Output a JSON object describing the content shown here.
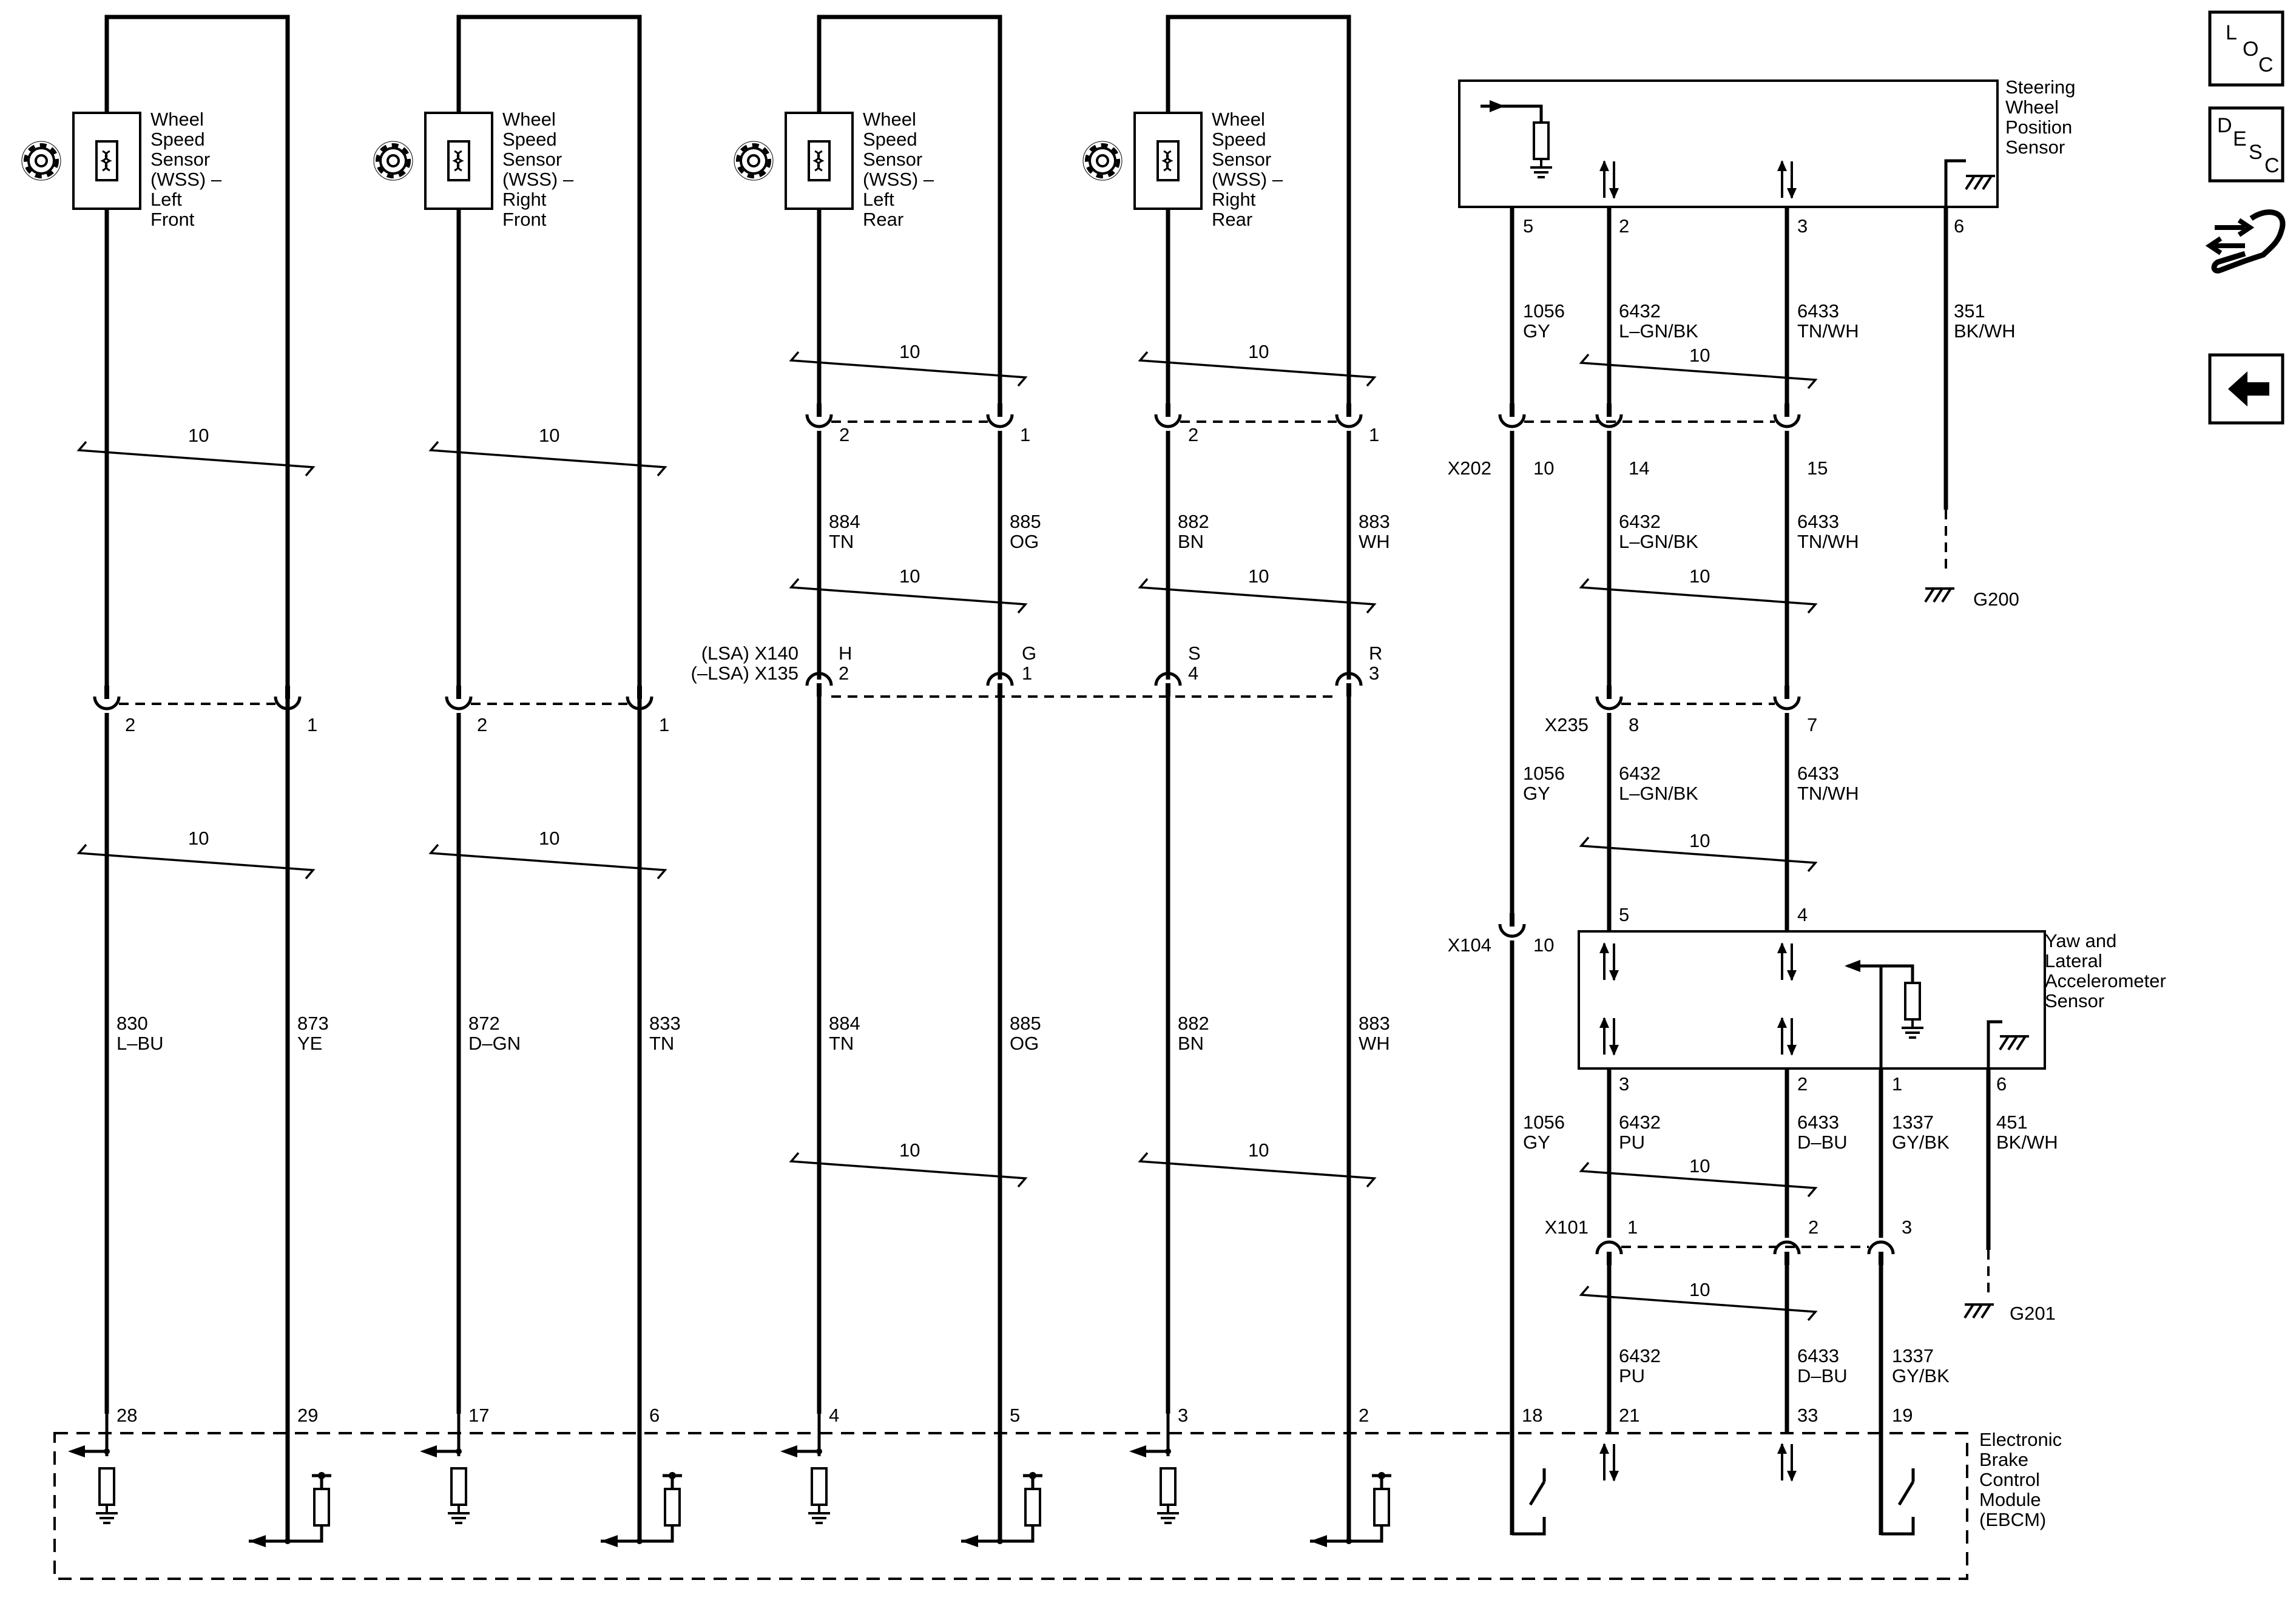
{
  "sensors": {
    "lf": [
      "Wheel",
      "Speed",
      "Sensor",
      "(WSS) –",
      "Left",
      "Front"
    ],
    "rf": [
      "Wheel",
      "Speed",
      "Sensor",
      "(WSS) –",
      "Right",
      "Front"
    ],
    "lr": [
      "Wheel",
      "Speed",
      "Sensor",
      "(WSS) –",
      "Left",
      "Rear"
    ],
    "rr": [
      "Wheel",
      "Speed",
      "Sensor",
      "(WSS) –",
      "Right",
      "Rear"
    ]
  },
  "swps": {
    "name": [
      "Steering",
      "Wheel",
      "Position",
      "Sensor"
    ],
    "pins": [
      "5",
      "2",
      "3",
      "6"
    ]
  },
  "yaw": {
    "name": [
      "Yaw and",
      "Lateral",
      "Accelerometer",
      "Sensor"
    ],
    "pins_top": [
      "5",
      "4"
    ],
    "pins_bottom": [
      "3",
      "2",
      "1",
      "6"
    ]
  },
  "ebcm": {
    "name": [
      "Electronic",
      "Brake",
      "Control",
      "Module",
      "(EBCM)"
    ],
    "pins": [
      "28",
      "29",
      "17",
      "6",
      "4",
      "5",
      "3",
      "2",
      "18",
      "21",
      "33",
      "19"
    ]
  },
  "connectors": {
    "x202": "X202",
    "x235": "X235",
    "x104": "X104",
    "x101": "X101",
    "x140": "(LSA) X140",
    "x135": "(–LSA) X135"
  },
  "twist": "10",
  "pins": {
    "f_lf": "2",
    "f_lf2": "1",
    "f_rf": "2",
    "f_rf2": "1",
    "r_lr": "2",
    "r_lr2": "1",
    "r_rr": "2",
    "r_rr2": "1",
    "m_h": "H",
    "m_h2": "2",
    "m_g": "G",
    "m_g2": "1",
    "m_s": "S",
    "m_s2": "4",
    "m_r": "R",
    "m_r2": "3",
    "x202_a": "10",
    "x202_b": "14",
    "x202_c": "15",
    "x235_a": "8",
    "x235_b": "7",
    "x104_a": "10",
    "x101_a": "1",
    "x101_b": "2",
    "x101_c": "3"
  },
  "wires": {
    "lf_1": [
      "830",
      "L–BU"
    ],
    "lf_2": [
      "873",
      "YE"
    ],
    "rf_1": [
      "872",
      "D–GN"
    ],
    "rf_2": [
      "833",
      "TN"
    ],
    "lr_up_1": [
      "884",
      "TN"
    ],
    "lr_up_2": [
      "885",
      "OG"
    ],
    "rr_up_1": [
      "882",
      "BN"
    ],
    "rr_up_2": [
      "883",
      "WH"
    ],
    "lr_dn_1": [
      "884",
      "TN"
    ],
    "lr_dn_2": [
      "885",
      "OG"
    ],
    "rr_dn_1": [
      "882",
      "BN"
    ],
    "rr_dn_2": [
      "883",
      "WH"
    ],
    "sw_a": [
      "1056",
      "GY"
    ],
    "sw_b": [
      "6432",
      "L–GN/BK"
    ],
    "sw_c": [
      "6433",
      "TN/WH"
    ],
    "sw_d": [
      "351",
      "BK/WH"
    ],
    "x202_b": [
      "6432",
      "L–GN/BK"
    ],
    "x202_c": [
      "6433",
      "TN/WH"
    ],
    "x235_a": [
      "1056",
      "GY"
    ],
    "x235_b": [
      "6432",
      "L–GN/BK"
    ],
    "x235_c": [
      "6433",
      "TN/WH"
    ],
    "yaw_a": [
      "1056",
      "GY"
    ],
    "yaw_b": [
      "6432",
      "PU"
    ],
    "yaw_c": [
      "6433",
      "D–BU"
    ],
    "yaw_d": [
      "1337",
      "GY/BK"
    ],
    "yaw_e": [
      "451",
      "BK/WH"
    ],
    "x101_b": [
      "6432",
      "PU"
    ],
    "x101_c": [
      "6433",
      "D–BU"
    ],
    "x101_d": [
      "1337",
      "GY/BK"
    ]
  },
  "grounds": {
    "g200": "G200",
    "g201": "G201"
  },
  "nav": {
    "loc": [
      "L",
      "O",
      "C"
    ],
    "desc": [
      "D",
      "E",
      "S",
      "C"
    ],
    "loc_icon": "location-icon",
    "desc_icon": "description-icon",
    "repair_icon": "repair-info-icon",
    "back_icon": "back-arrow-icon"
  }
}
